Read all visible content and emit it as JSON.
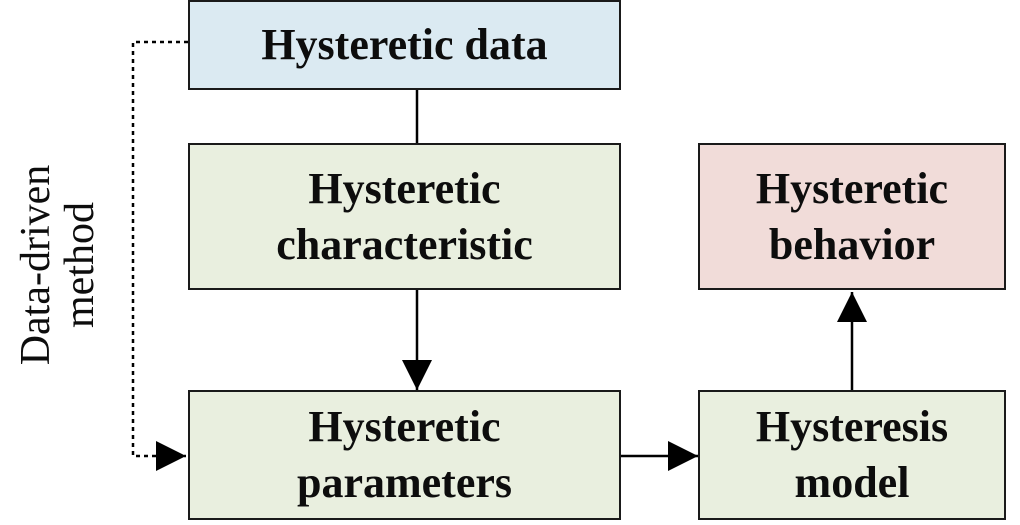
{
  "diagram": {
    "nodes": {
      "data": {
        "lines": [
          "Hysteretic data"
        ]
      },
      "characteristic": {
        "lines": [
          "Hysteretic",
          "characteristic"
        ]
      },
      "parameters": {
        "lines": [
          "Hysteretic",
          "parameters"
        ]
      },
      "model": {
        "lines": [
          "Hysteresis",
          "model"
        ]
      },
      "behavior": {
        "lines": [
          "Hysteretic",
          "behavior"
        ]
      }
    },
    "side_label": {
      "lines": [
        "Data-driven",
        "method"
      ]
    },
    "colors": {
      "data_fill": "#dbeaf2",
      "process_fill": "#e9efdf",
      "behavior_fill": "#f1dcd9",
      "stroke": "#1a1a1a"
    }
  }
}
